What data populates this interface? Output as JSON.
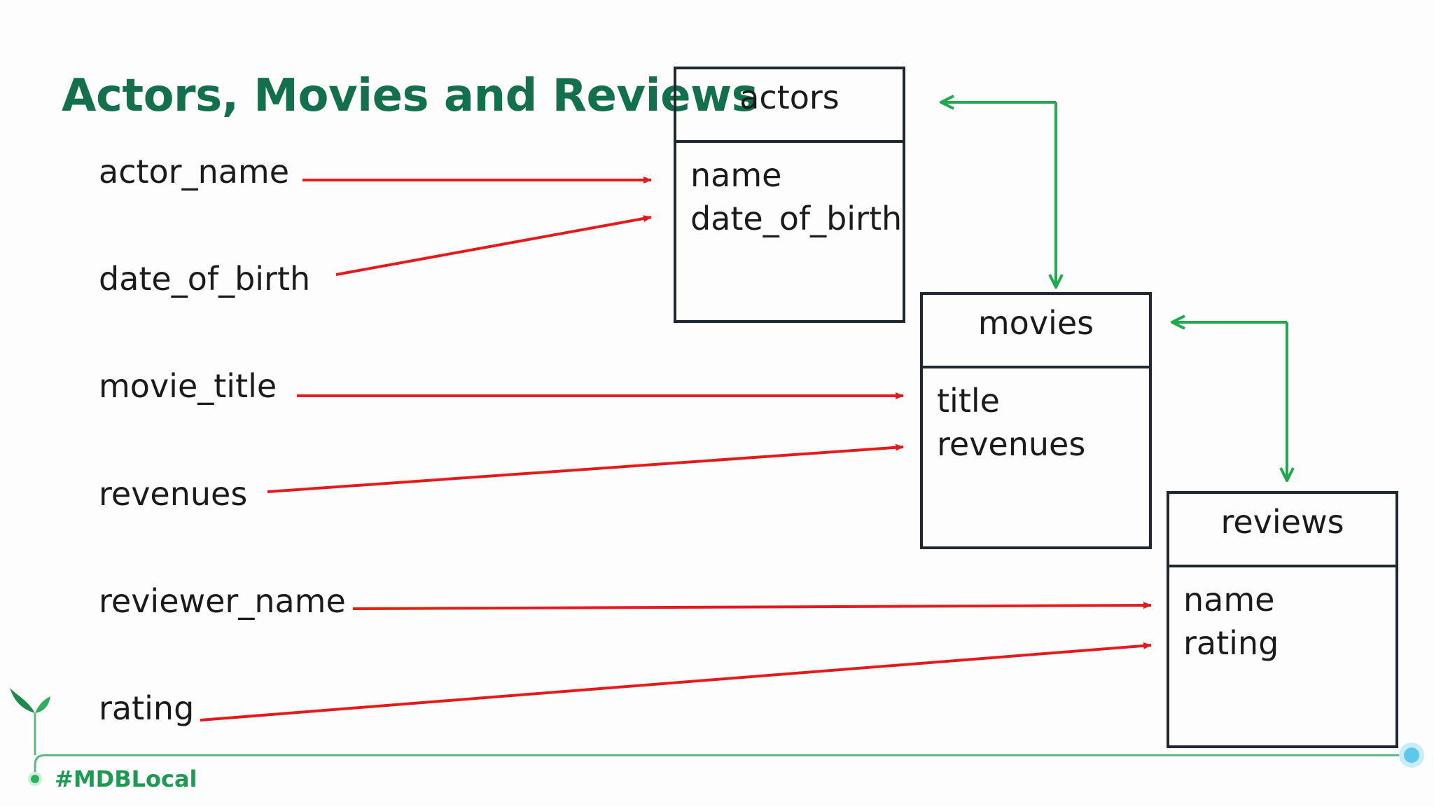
{
  "title": "Actors, Movies and Reviews",
  "fields": [
    "actor_name",
    "date_of_birth",
    "movie_title",
    "revenues",
    "reviewer_name",
    "rating"
  ],
  "entities": {
    "actors": {
      "name": "actors",
      "attributes": [
        "name",
        "date_of_birth"
      ]
    },
    "movies": {
      "name": "movies",
      "attributes": [
        "title",
        "revenues"
      ]
    },
    "reviews": {
      "name": "reviews",
      "attributes": [
        "name",
        "rating"
      ]
    }
  },
  "footer": {
    "hashtag": "#MDBLocal"
  },
  "colors": {
    "title": "#13704d",
    "mapping_arrow": "#e51b1b",
    "relation_arrow": "#1faa4f",
    "box_border": "#1f2733",
    "footer_line": "#58b982",
    "footer_dot": "#5cc8ea"
  },
  "icons": [
    "sprout-icon",
    "timeline-dot-icon"
  ]
}
